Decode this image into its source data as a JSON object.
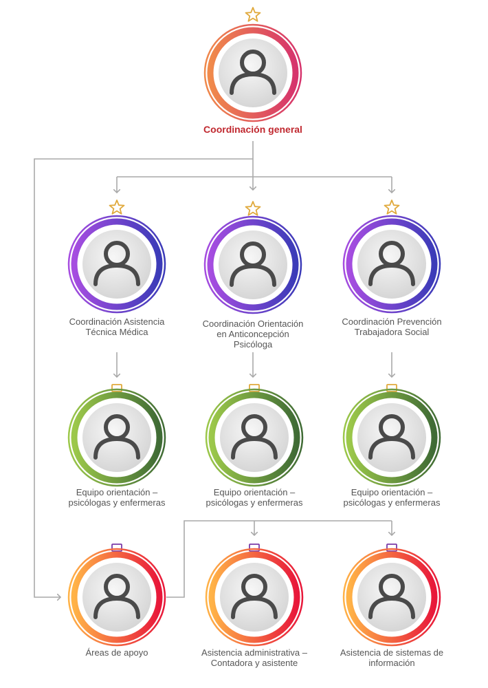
{
  "colors": {
    "connector": "#a9a9a9",
    "star": "#e0a93b",
    "laptop_gold": "#e0a93b",
    "laptop_purple": "#7a3aa8",
    "root_label": "#c0282f",
    "label": "#555555"
  },
  "root": {
    "label": "Coordinación general",
    "icon": "star-icon",
    "theme": "red-pink"
  },
  "coordinators": [
    {
      "label_lines": [
        "Coordinación Asistencia",
        "Técnica Médica"
      ],
      "icon": "star-icon",
      "theme": "purple-blue"
    },
    {
      "label_lines": [
        "Coordinación Orientación",
        "en Anticoncepción",
        "Psicóloga"
      ],
      "icon": "star-icon",
      "theme": "purple-blue"
    },
    {
      "label_lines": [
        "Coordinación Prevención",
        "Trabajadora Social"
      ],
      "icon": "star-icon",
      "theme": "purple-blue"
    }
  ],
  "teams": [
    {
      "label_lines": [
        "Equipo orientación –",
        "psicólogas y enfermeras"
      ],
      "icon": "laptop-icon",
      "theme": "green"
    },
    {
      "label_lines": [
        "Equipo orientación –",
        "psicólogas y enfermeras"
      ],
      "icon": "laptop-icon",
      "theme": "green"
    },
    {
      "label_lines": [
        "Equipo orientación –",
        "psicólogas y enfermeras"
      ],
      "icon": "laptop-icon",
      "theme": "green"
    }
  ],
  "support": [
    {
      "label_lines": [
        "Áreas de apoyo"
      ],
      "icon": "laptop-icon",
      "theme": "orange-red"
    },
    {
      "label_lines": [
        "Asistencia administrativa –",
        "Contadora y asistente"
      ],
      "icon": "laptop-icon",
      "theme": "orange-red"
    },
    {
      "label_lines": [
        "Asistencia de sistemas de",
        "información"
      ],
      "icon": "laptop-icon",
      "theme": "orange-red"
    }
  ]
}
